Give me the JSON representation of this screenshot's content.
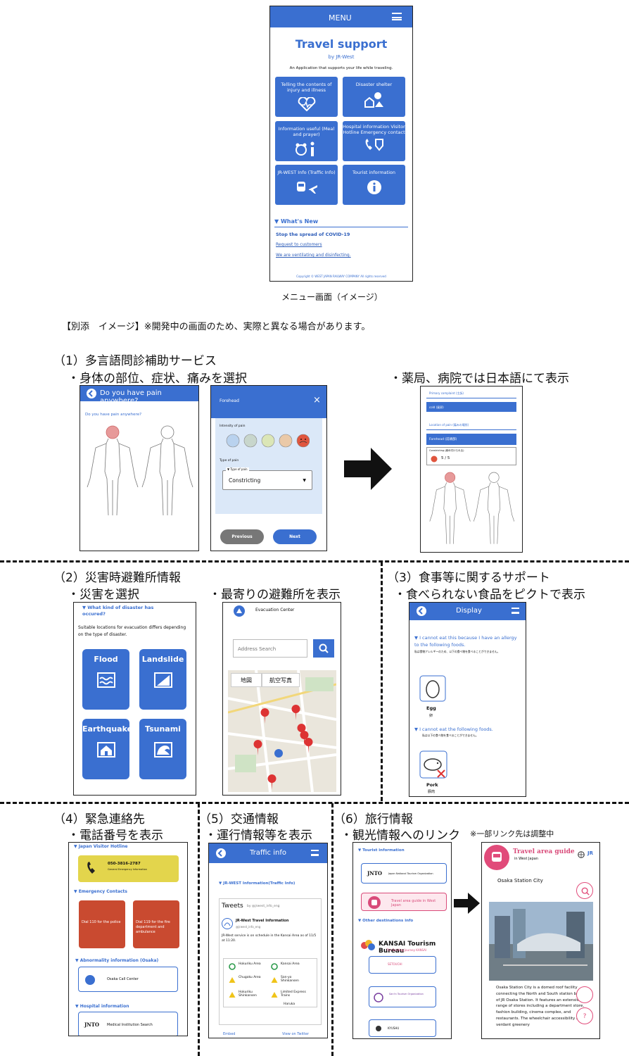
{
  "menu_screen": {
    "menu_label": "MENU",
    "title": "Travel support",
    "byline": "by JR-West",
    "tagline": "An Application that supports your life while traveling.",
    "buttons": [
      "Telling the contents of injury and illness",
      "Disaster shelter",
      "Information useful (Meal and prayer)",
      "Hospital information Visitor Hotline Emergency contact",
      "JR-WEST Info (Traffic Info)",
      "Tourist information"
    ],
    "whats_new": "▼ What's New",
    "news": [
      "Stop the spread of COVID-19",
      "Request to customers",
      "We are ventilating and disinfecting."
    ],
    "copyright": "Copyright © WEST JAPAN RAILWAY COMPANY All rights reserved",
    "caption": "メニュー画面（イメージ）"
  },
  "attachment_heading": "【別添　イメージ】※開発中の画面のため、実際と異なる場合があります。",
  "section1": {
    "title": "（1）多言語問診補助サービス",
    "sub_left": "・身体の部位、症状、痛みを選択",
    "sub_right": "・薬局、病院では日本語にて表示",
    "s1_header": "Do you have pain anywhere?",
    "s1_question": "Do you have pain anywhere?",
    "s2_header": "Forehead",
    "s2_intensity": "Intensity of pain",
    "s2_type": "Type of pain",
    "s2_type_label": "▼ Type of pain",
    "s2_select_value": "Constricting",
    "s2_prev": "Previous",
    "s2_next": "Next",
    "s3_primary": "Primary complaint (主訴)",
    "s3_cold": "cold (風邪)",
    "s3_location": "Location of pain (痛みの場所)",
    "s3_forehead": "Forehead (前頭部)",
    "s3_condition": "Constricting (締め付けられる)",
    "s3_score": "5 / 5"
  },
  "section2": {
    "title": "（2）災害時避難所情報",
    "sub_left": "・災害を選択",
    "sub_right": "・最寄りの避難所を表示",
    "question": "▼ What kind of disaster has occured?",
    "note": "Suitable locations for evacuation differs depending on the type of disaster.",
    "tiles": [
      "Flood",
      "Landslide",
      "Earthquake",
      "Tsunami"
    ],
    "map_header": "Evacuation Center",
    "search_placeholder": "Address Search",
    "map_tabs": [
      "地図",
      "航空写真"
    ]
  },
  "section3": {
    "title": "（3）食事等に関するサポート",
    "sub": "・食べられない食品をピクトで表示",
    "header": "Display",
    "allergy_en": "▼ I cannot eat this because I have an allergy to the following foods.",
    "allergy_jp": "私は食物アレルギーのため、以下の食べ物を食べることができません。",
    "egg_en": "Egg",
    "egg_jp": "卵",
    "cannot_en": "▼ I cannot eat the following foods.",
    "cannot_jp": "私は以下の食べ物を食べることができません。",
    "pork_en": "Pork",
    "pork_jp": "豚肉"
  },
  "section4": {
    "title": "（4）緊急連絡先",
    "sub": "・電話番号を表示",
    "hotline": "▼ Japan Visitor Hotline",
    "hotline_number": "050-3816-2787",
    "hotline_desc": "General Emergency Information",
    "emergency": "▼ Emergency Contacts",
    "police": "Dial 110 for the police",
    "fire": "Dial 119 for the fire department and ambulance",
    "abnormality": "▼ Abnormality information (Osaka)",
    "osaka_call": "Osaka Call Center",
    "hospital": "▼ Hospital information",
    "jnto": "JNTO",
    "medical": "Medical Institution Search"
  },
  "section5": {
    "title": "（5）交通情報",
    "sub": "・運行情報等を表示",
    "header": "Traffic info",
    "link": "▼ JR-WEST Information(Traffic Info)",
    "tweets": "Tweets",
    "tweets_by": "by @jrwest_info_eng",
    "account": "JR-West Travel Information",
    "handle": "@jrwest_info_eng",
    "tweet": "JR-West service is on schedule in the Kansai Area as of 11/5 at 11:20.",
    "areas": [
      "Hokuriku Area",
      "Kansai Area",
      "Chugoku Area",
      "San-yo Shinkansen",
      "Hokuriku Shinkansen",
      "Limited Express Trains",
      "Haruka"
    ],
    "embed": "Embed",
    "view": "View on Twitter"
  },
  "section6": {
    "title": "（6）旅行情報",
    "sub": "・観光情報へのリンク",
    "note": "※一部リンク先は調整中",
    "tourist": "▼ Tourist information",
    "jnto": "JNTO",
    "jnto_desc": "Japan National Tourism Organization",
    "travel_guide": "Travel area guide in West Japan",
    "other": "▼ Other destinations info",
    "kansai": "KANSAI Tourism Bureau",
    "kansai_sub": "The Exciting Journey KANSAI",
    "setouchi": "SETOUCHI",
    "sanin": "San'in Tourism Organization",
    "kyushu": "KYUSHU",
    "guide_title": "Travel area guide",
    "guide_sub": "in West Japan",
    "city": "Osaka Station City",
    "desc": "Osaka Station City is a domed roof facility connecting the North and South station buildings of JR Osaka Station. It features an extensive range of stores including a department store, fashion building, cinema complex, and restaurants. The wheelchair accessibility and the verdant greenery"
  }
}
